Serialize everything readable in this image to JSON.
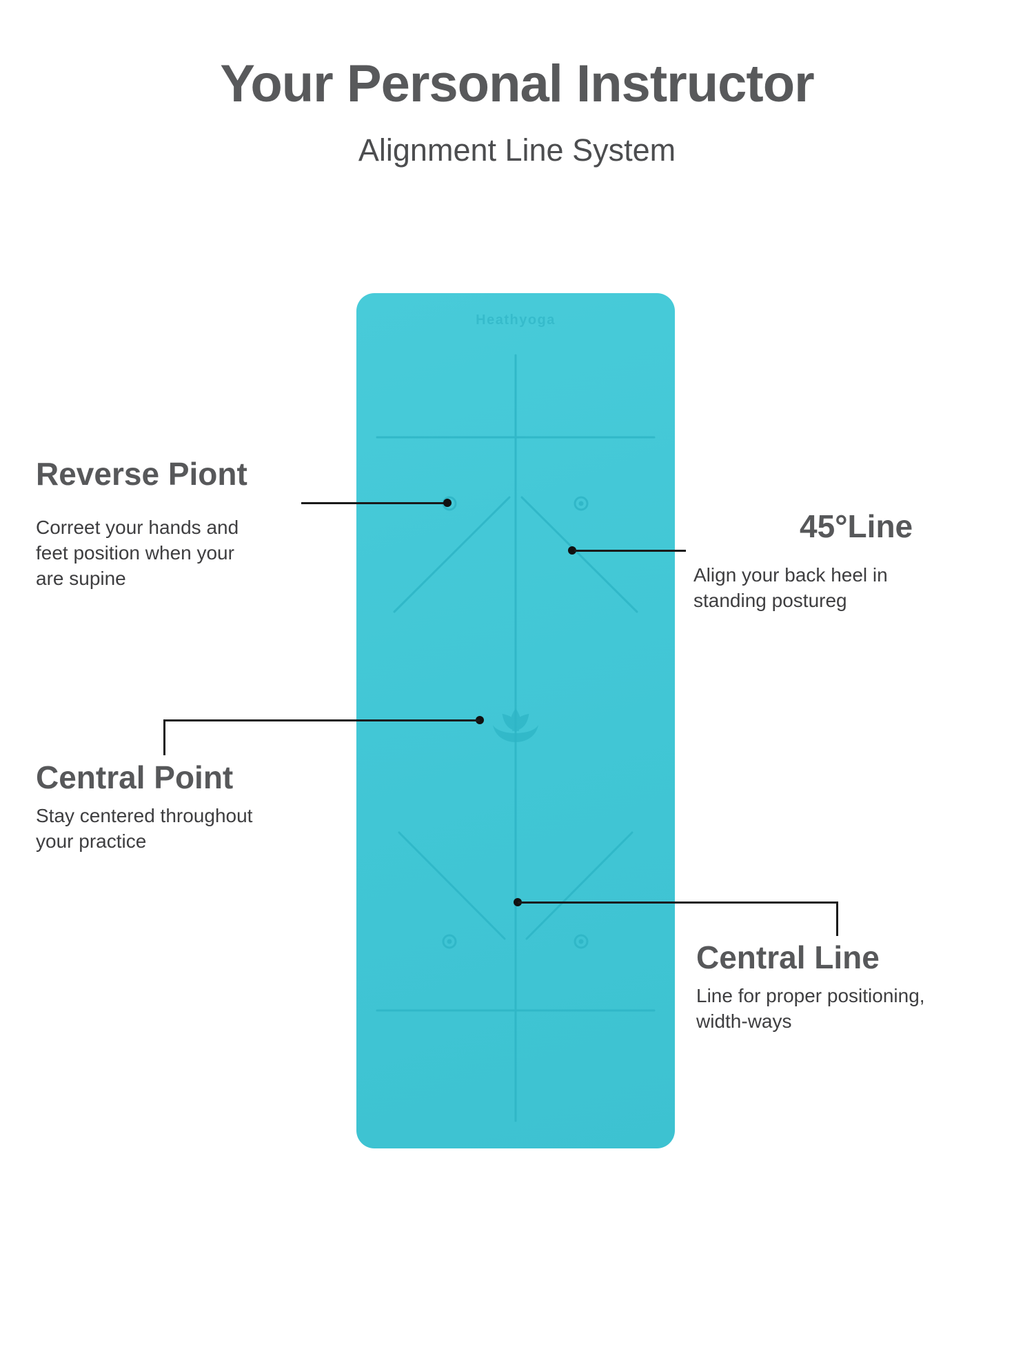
{
  "header": {
    "title": "Your Personal Instructor",
    "subtitle": "Alignment Line System"
  },
  "mat": {
    "brand": "Heathyoga",
    "color": "#41c6d5",
    "marking_line_color": "#2eb5c6"
  },
  "colors": {
    "heading_text": "#57585a",
    "body_text": "#3e3e40",
    "connector": "#1a1a1a"
  },
  "callouts": {
    "reverse_point": {
      "heading": "Reverse Piont",
      "lines": [
        "Correet your hands and",
        "feet position when your",
        "are supine"
      ]
    },
    "line45": {
      "heading": "45°Line",
      "lines": [
        "Align your back heel in",
        "standing postureg"
      ]
    },
    "central_point": {
      "heading": "Central Point",
      "lines": [
        "Stay centered throughout",
        "your practice"
      ]
    },
    "central_line": {
      "heading": "Central Line",
      "lines": [
        "Line for proper positioning,",
        "width-ways"
      ]
    }
  }
}
